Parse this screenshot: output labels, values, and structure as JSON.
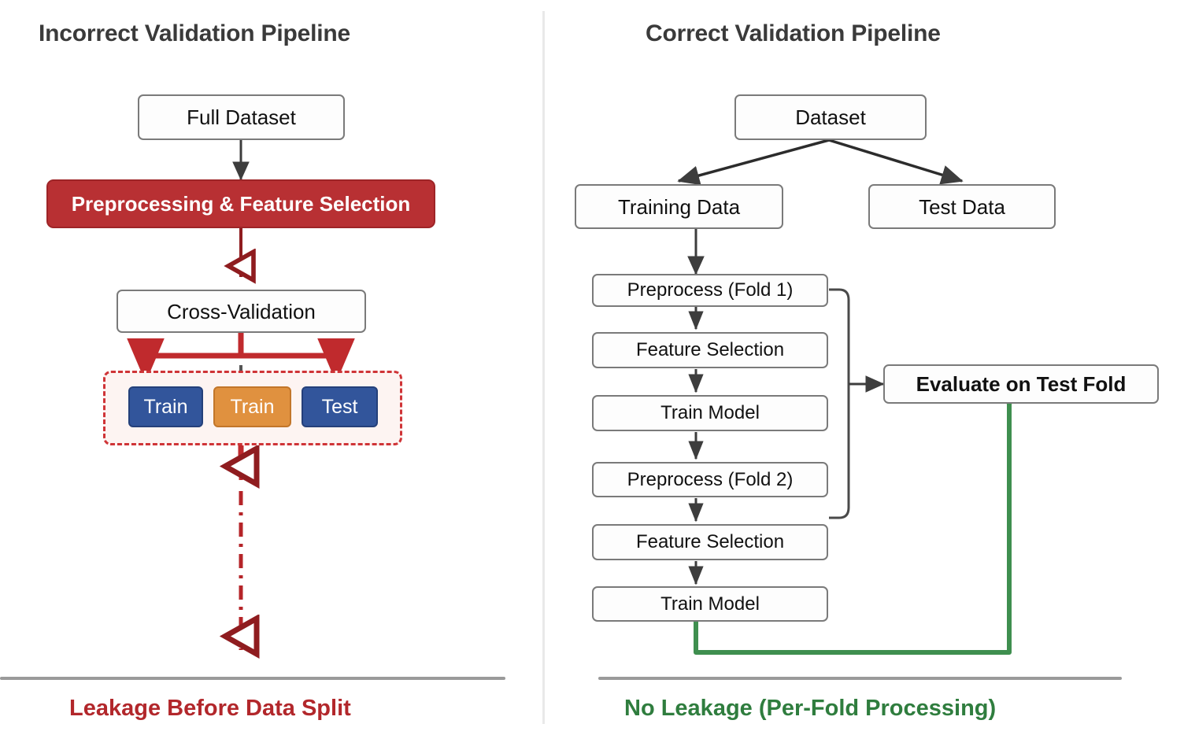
{
  "panels": {
    "left": {
      "title": "Incorrect Validation Pipeline",
      "caption": "Leakage Before Data Split",
      "caption_color": "#b2272b",
      "nodes": {
        "full_dataset": "Full Dataset",
        "preprocessing": "Preprocessing & Feature Selection",
        "cross_validation": "Cross-Validation"
      },
      "folds": [
        {
          "label": "Train",
          "color": "#32559b",
          "kind": "train"
        },
        {
          "label": "Train",
          "color": "#e0913f",
          "kind": "train"
        },
        {
          "label": "Test",
          "color": "#32559b",
          "kind": "test"
        }
      ]
    },
    "right": {
      "title": "Correct Validation Pipeline",
      "caption": "No Leakage (Per-Fold Processing)",
      "caption_color": "#2f7d3e",
      "nodes": {
        "dataset": "Dataset",
        "training_data": "Training Data",
        "test_data": "Test Data",
        "preprocess_fold1": "Preprocess (Fold 1)",
        "feature_selection_1": "Feature Selection",
        "train_model_1": "Train Model",
        "preprocess_fold2": "Preprocess (Fold 2)",
        "feature_selection_2": "Feature Selection",
        "train_model_2": "Train Model",
        "evaluate": "Evaluate on Test Fold"
      }
    }
  },
  "colors": {
    "leak_red": "#b83033",
    "leak_red_dark": "#9e2427",
    "dashed_border": "#cf3437",
    "dashed_fill": "#fdf4f2",
    "blue_chip": "#32559b",
    "orange_chip": "#e0913f",
    "green_flow": "#3f8f4f",
    "node_border": "#7a7a7a",
    "title_text": "#3a3a3a",
    "rule": "#9a9a9a"
  }
}
